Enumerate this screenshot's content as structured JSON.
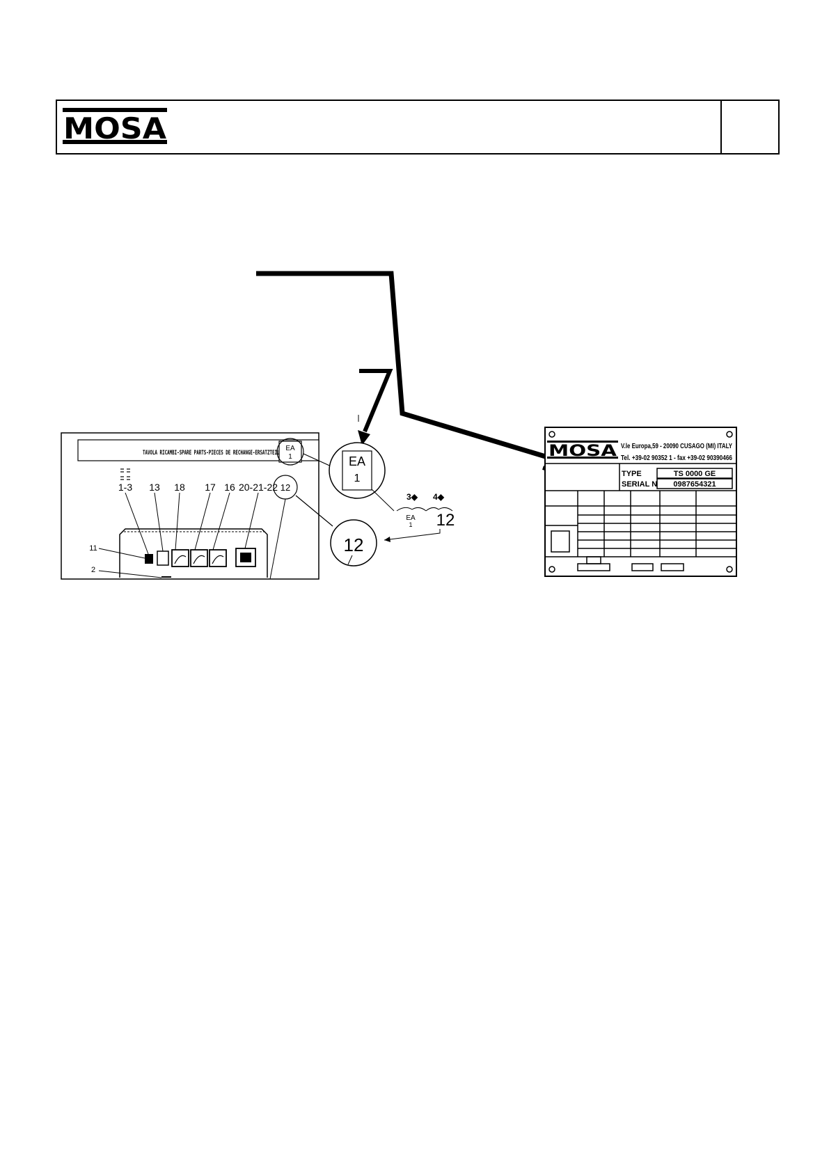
{
  "header": {
    "logo_text": "MOSA",
    "page_number": ""
  },
  "drawing": {
    "page_title": "TAVOLA RICAMBI-SPARE PARTS-PIECES DE RECHANGE-ERSATZTEILE",
    "ea_badge_line1": "EA",
    "ea_badge_line2": "1",
    "callouts": [
      "1-3",
      "13",
      "18",
      "17",
      "16",
      "20-21-22",
      "12",
      "11",
      "2"
    ],
    "zoom_ea_line1": "EA",
    "zoom_ea_line2": "1",
    "zoom_12": "12",
    "ref_3": "3◆",
    "ref_4": "4◆",
    "ref_ea_line1": "EA",
    "ref_ea_line2": "1",
    "ref_12": "12"
  },
  "nameplate": {
    "logo_text": "MOSA",
    "address": "V.le Europa,59 - 20090 CUSAGO (MI) ITALY",
    "tel": "Tel. +39-02 90352 1 - fax +39-02 90390466",
    "type_label": "TYPE",
    "type_value": "TS 0000 GE",
    "serial_label": "SERIAL N°",
    "serial_value": "0987654321"
  }
}
